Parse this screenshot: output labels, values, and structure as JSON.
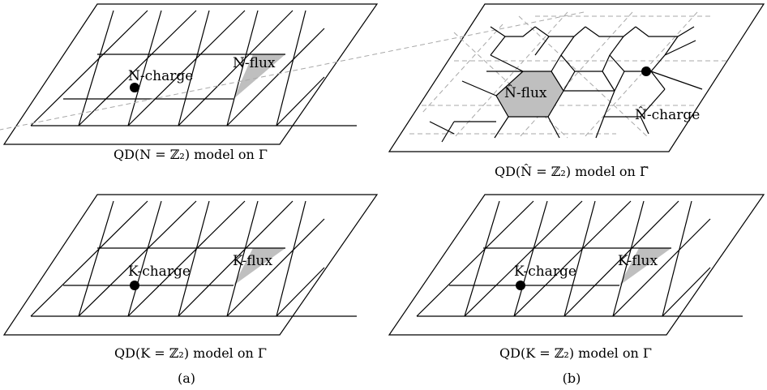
{
  "panels": [
    {
      "id": "a-top",
      "kind": "triangular",
      "charge_label": "N-charge",
      "flux_label": "N-flux",
      "caption": "QD(N = ℤ₂) model on Γ"
    },
    {
      "id": "b-top",
      "kind": "honeycomb",
      "charge_label": "N̂-charge",
      "flux_label": "N̂-flux",
      "caption": "QD(N̂ = ℤ₂) model on Γ̃"
    },
    {
      "id": "a-bottom",
      "kind": "triangular",
      "charge_label": "K-charge",
      "flux_label": "K-flux",
      "caption": "QD(K = ℤ₂) model on Γ"
    },
    {
      "id": "b-bottom",
      "kind": "triangular",
      "charge_label": "K-charge",
      "flux_label": "K-flux",
      "caption": "QD(K = ℤ₂) model on Γ"
    }
  ],
  "subfigure_labels": [
    "(a)",
    "(b)"
  ],
  "colors": {
    "line": "#000000",
    "shade": "#bfbfbf",
    "dashed": "#a8a8a8"
  }
}
